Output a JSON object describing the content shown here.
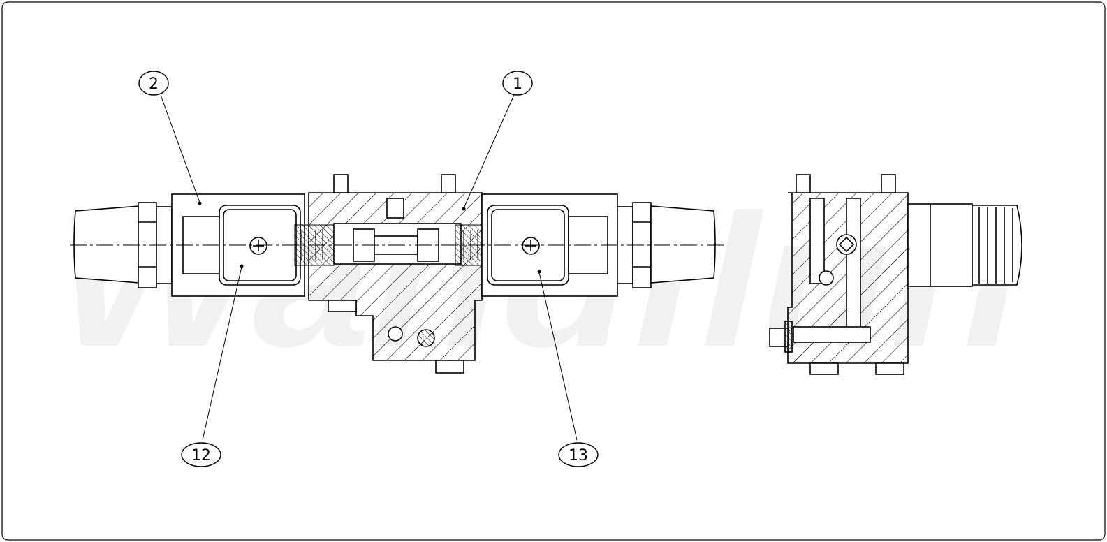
{
  "watermark": {
    "text": "Wandfluh"
  },
  "callouts": [
    {
      "id": "callout-2",
      "label": "2"
    },
    {
      "id": "callout-1",
      "label": "1"
    },
    {
      "id": "callout-12",
      "label": "12"
    },
    {
      "id": "callout-13",
      "label": "13"
    }
  ],
  "colors": {
    "line": "#000000",
    "background": "#ffffff",
    "watermark": "#f1f1f1"
  }
}
